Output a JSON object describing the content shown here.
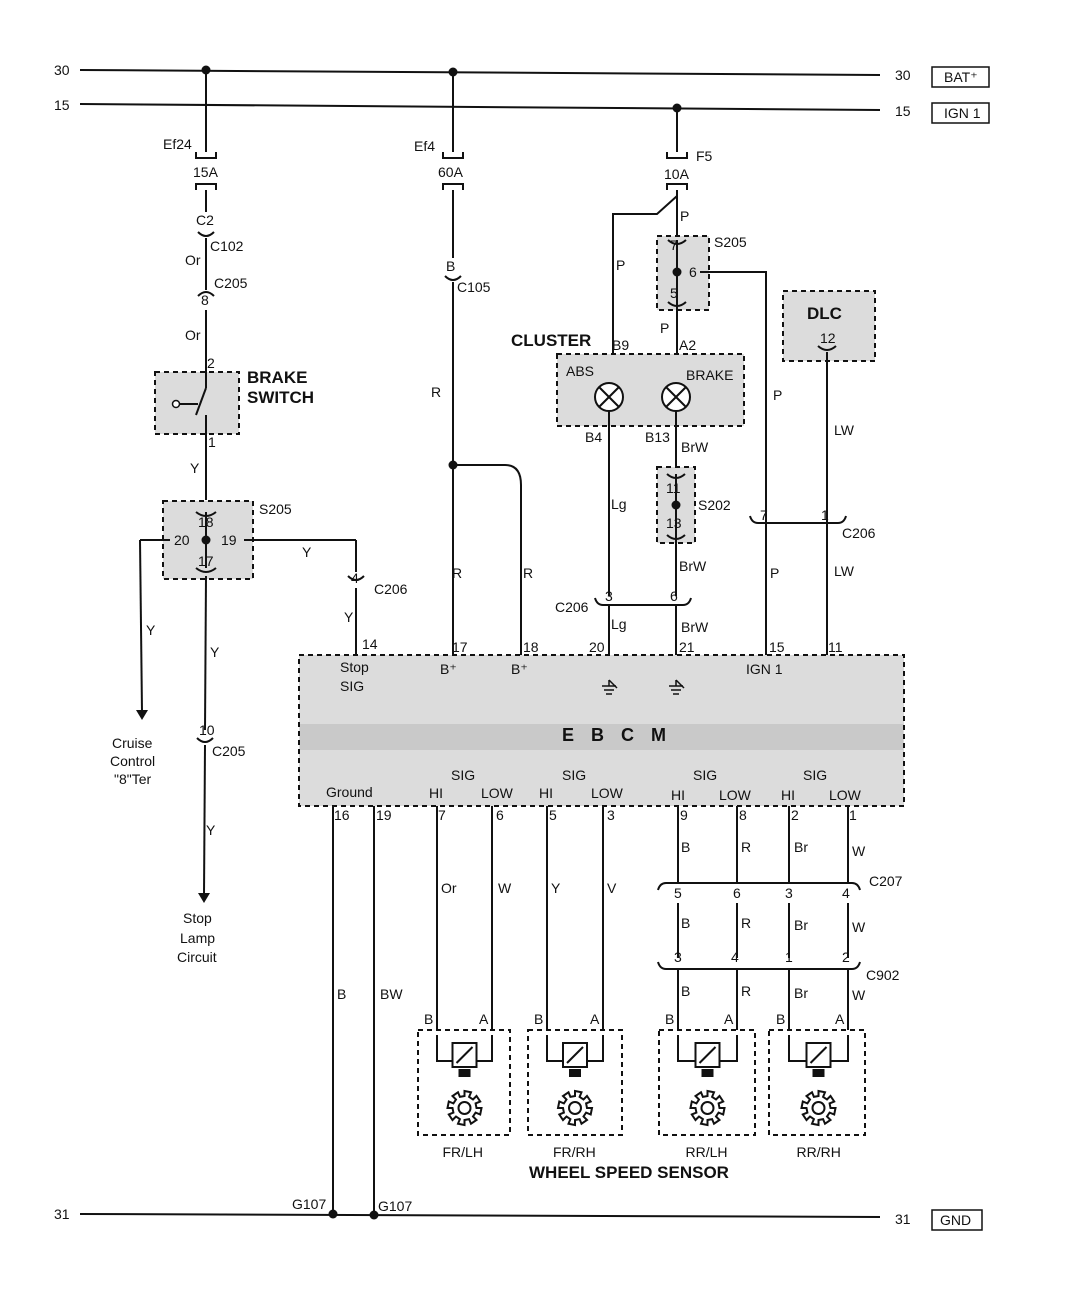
{
  "rails": {
    "r30": {
      "left": "30",
      "right": "30",
      "tag": "BAT⁺"
    },
    "r15": {
      "left": "15",
      "right": "15",
      "tag": "IGN 1"
    },
    "r31": {
      "left": "31",
      "right": "31",
      "tag": "GND"
    }
  },
  "fuses": {
    "ef24": {
      "name": "Ef24",
      "rating": "15A"
    },
    "ef4": {
      "name": "Ef4",
      "rating": "60A"
    },
    "f5": {
      "name": "F5",
      "rating": "10A"
    }
  },
  "brake_circuit": {
    "c2": "C2",
    "c102": "C102",
    "or1": "Or",
    "pin8": "8",
    "c205a": "C205",
    "or2": "Or",
    "pin2": "2",
    "pin1": "1",
    "brake_switch": [
      "BRAKE",
      "SWITCH"
    ],
    "y1": "Y",
    "s205": "S205",
    "p18": "18",
    "p20": "20",
    "p19": "19",
    "p17": "17",
    "y2": "Y",
    "y3": "Y",
    "y4": "Y",
    "y5": "Y",
    "y6": "Y",
    "pin4": "4",
    "c206a": "C206",
    "cruise": [
      "Cruise",
      "Control",
      "\"8\"Ter"
    ],
    "pin10": "10",
    "c205b": "C205",
    "stoplamp": [
      "Stop",
      "Lamp",
      "Circuit"
    ]
  },
  "power_circuit": {
    "b": "B",
    "c105": "C105",
    "r1": "R",
    "r2": "R",
    "r3": "R"
  },
  "cluster_circuit": {
    "p1": "P",
    "p2": "P",
    "p3": "P",
    "p4": "P",
    "p5": "P",
    "s205": "S205",
    "p7": "7",
    "p6": "6",
    "p5pin": "5",
    "cluster": "CLUSTER",
    "b9": "B9",
    "a2": "A2",
    "abs": "ABS",
    "brake": "BRAKE",
    "b4": "B4",
    "b13": "B13",
    "brw1": "BrW",
    "brw2": "BrW",
    "brw3": "BrW",
    "lg1": "Lg",
    "lg2": "Lg",
    "s202": "S202",
    "p11": "11",
    "p13": "13",
    "c206": "C206",
    "pin3": "3",
    "pin6": "6",
    "dlc": "DLC",
    "pin12": "12",
    "lw1": "LW",
    "lw2": "LW",
    "pin7": "7",
    "pin1": "1",
    "c206b": "C206"
  },
  "ebcm": {
    "title": "E B C M",
    "pins_top": [
      "14",
      "17",
      "18",
      "20",
      "21",
      "15",
      "11"
    ],
    "stop": "Stop",
    "sig": "SIG",
    "bplus1": "B⁺",
    "bplus2": "B⁺",
    "ign1": "IGN 1",
    "ground": "Ground",
    "sig_labels": [
      "SIG",
      "SIG",
      "SIG",
      "SIG"
    ],
    "hi": "HI",
    "low": "LOW",
    "pins_bottom": [
      "16",
      "19",
      "7",
      "6",
      "5",
      "3",
      "9",
      "8",
      "2",
      "1"
    ]
  },
  "sensor_circuit": {
    "wire_colors_upper": [
      "Or",
      "W",
      "Y",
      "V",
      "B",
      "R",
      "Br",
      "W"
    ],
    "c207": "C207",
    "c207_pins": [
      "5",
      "6",
      "3",
      "4"
    ],
    "wire_colors_mid": [
      "B",
      "R",
      "Br",
      "W"
    ],
    "c902": "C902",
    "c902_pins": [
      "3",
      "4",
      "1",
      "2"
    ],
    "wire_colors_lower": [
      "B",
      "R",
      "Br",
      "W"
    ],
    "ground_wires": [
      "B",
      "BW"
    ],
    "sensor_pin_b": "B",
    "sensor_pin_a": "A",
    "sensor_names": [
      "FR/LH",
      "FR/RH",
      "RR/LH",
      "RR/RH"
    ],
    "title": "WHEEL SPEED SENSOR",
    "g107a": "G107",
    "g107b": "G107"
  }
}
